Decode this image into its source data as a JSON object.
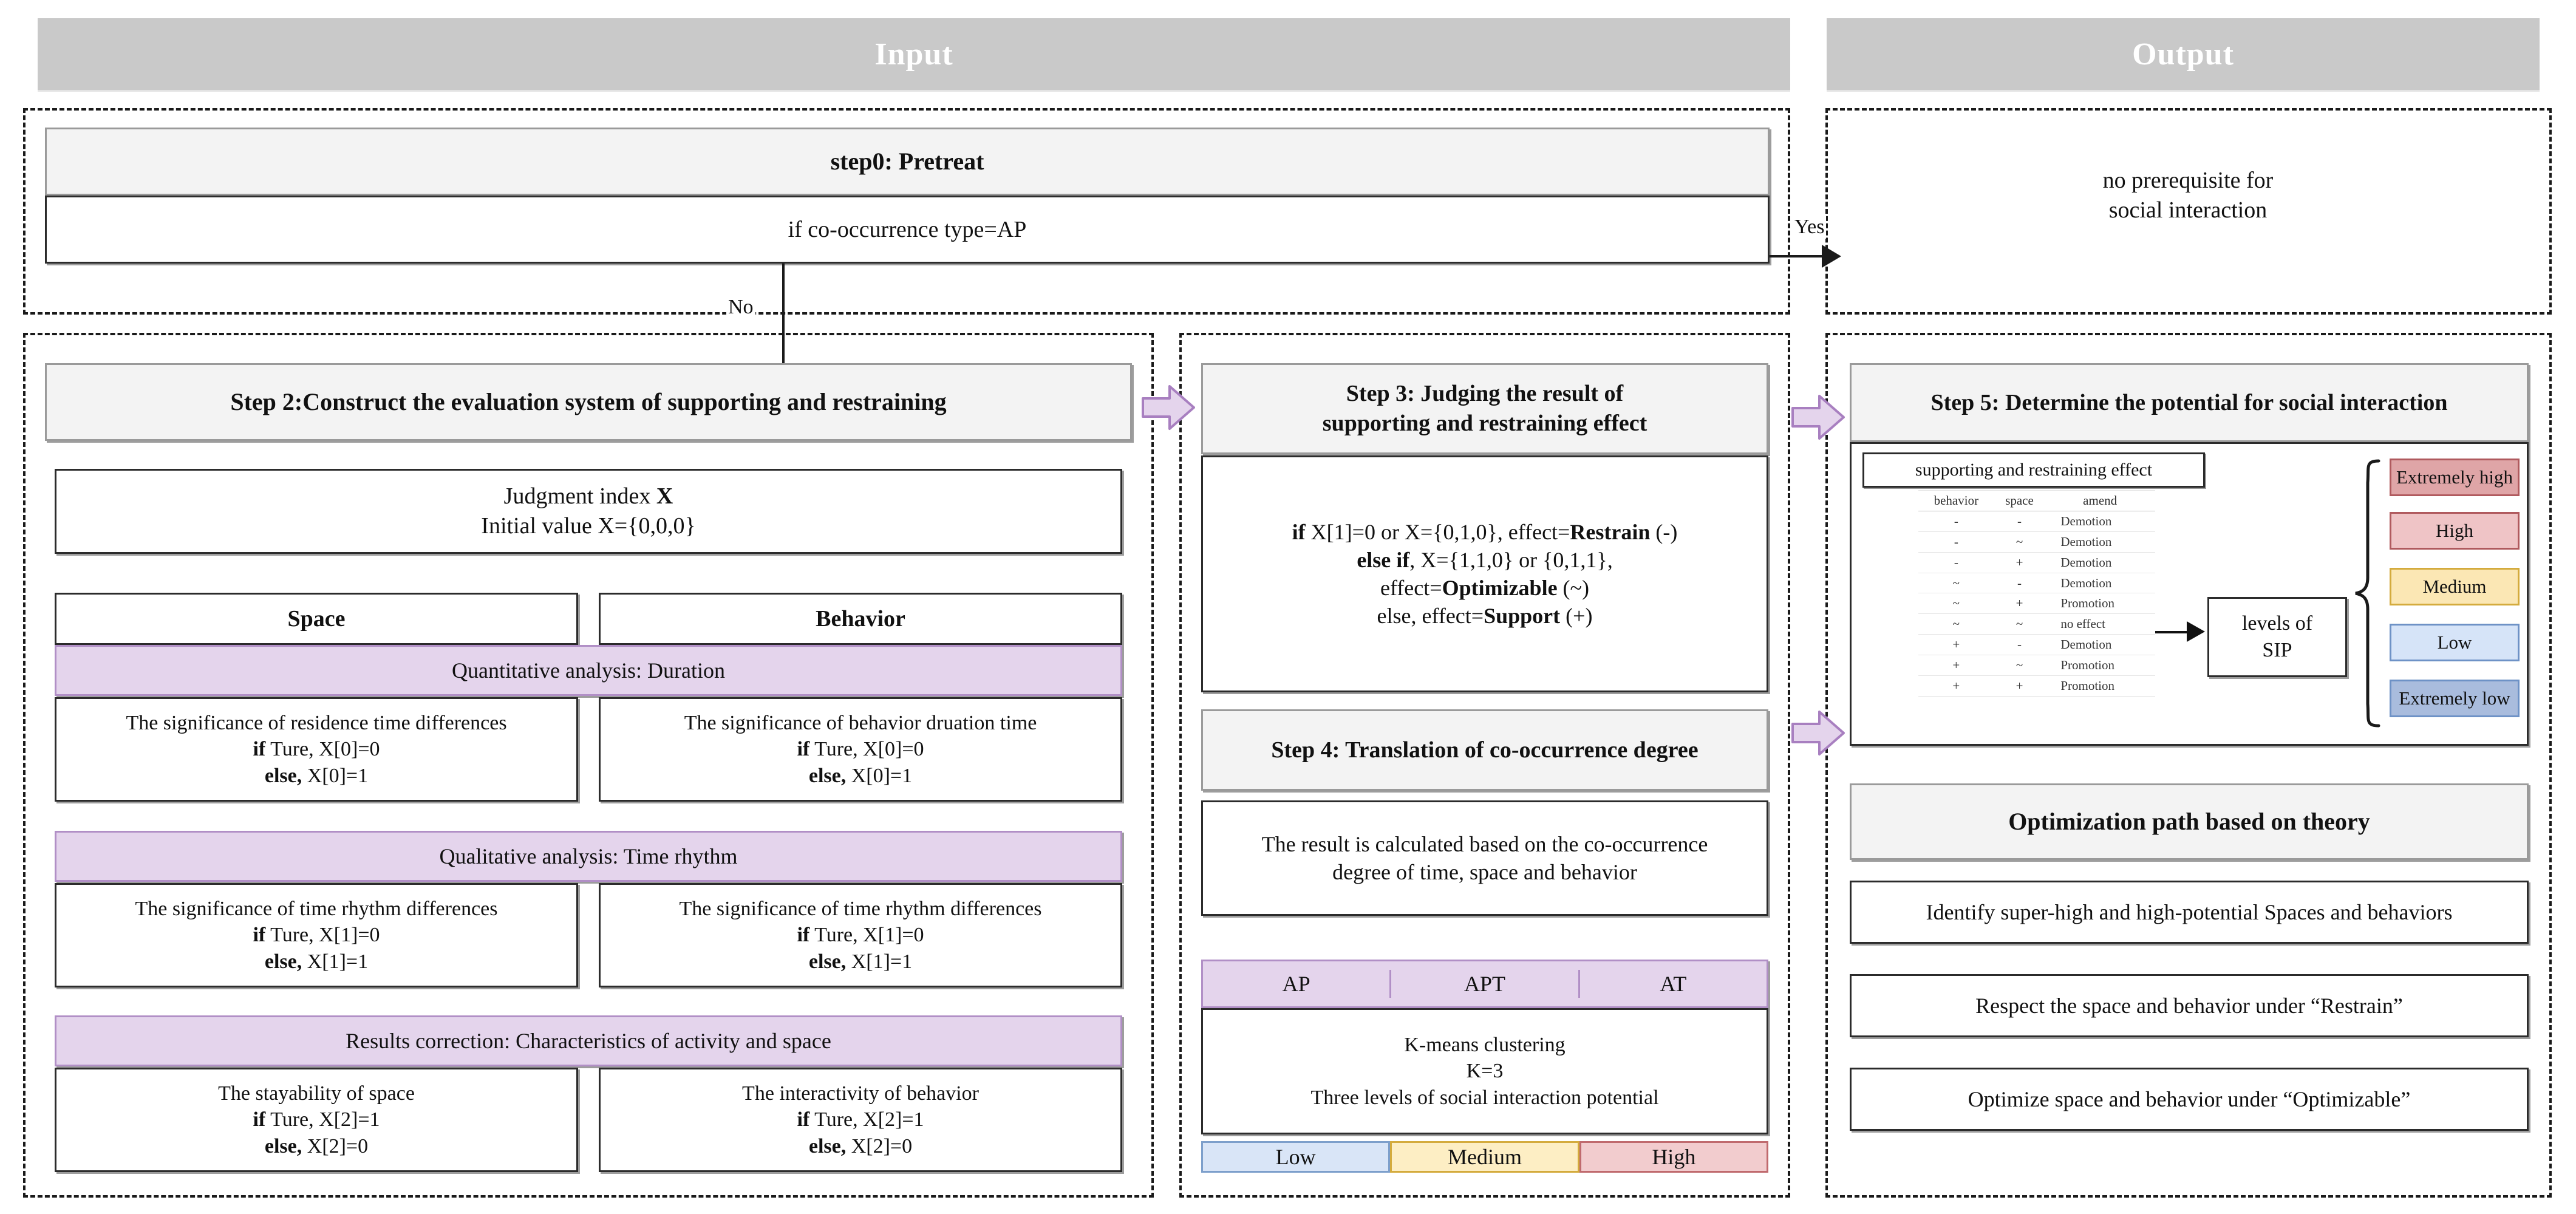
{
  "header": {
    "input_label": "Input",
    "output_label": "Output",
    "band_color": "#c9c9c9"
  },
  "edges": {
    "yes_label": "Yes",
    "no_label": "No"
  },
  "pretreat": {
    "title": "step0: Pretreat",
    "condition": "if co-occurrence type=AP"
  },
  "output_top": {
    "text_line1": "no prerequisite for",
    "text_line2": "social interaction"
  },
  "step2": {
    "title": "Step 2:Construct the evaluation system of supporting and restraining",
    "index_line1": "Judgment index X",
    "index_line2": "Initial value X={0,0,0}",
    "col_space": "Space",
    "col_behavior": "Behavior",
    "groups": [
      {
        "header": "Quantitative analysis: Duration",
        "space_line1": "The significance of residence time differences",
        "space_line2": "if Ture, X[0]=0",
        "space_line3": "else, X[0]=1",
        "behavior_line1": "The significance of behavior druation time",
        "behavior_line2": "if Ture, X[0]=0",
        "behavior_line3": "else, X[0]=1"
      },
      {
        "header": "Qualitative analysis: Time rhythm",
        "space_line1": "The significance of time rhythm differences",
        "space_line2": "if Ture, X[1]=0",
        "space_line3": "else, X[1]=1",
        "behavior_line1": "The significance of time rhythm differences",
        "behavior_line2": "if Ture, X[1]=0",
        "behavior_line3": "else, X[1]=1"
      },
      {
        "header": "Results correction: Characteristics of activity and space",
        "space_line1": "The stayability of space",
        "space_line2": "if Ture, X[2]=1",
        "space_line3": "else, X[2]=0",
        "behavior_line1": "The interactivity of behavior",
        "behavior_line2": "if Ture, X[2]=1",
        "behavior_line3": "else, X[2]=0"
      }
    ]
  },
  "step3": {
    "title_line1": "Step 3: Judging the result of",
    "title_line2": "supporting and restraining effect",
    "rule1_pre": "if",
    "rule1_mid": " X[1]=0 or X={0,1,0}, effect=",
    "rule1_strong": "Restrain",
    "rule1_post": " (-)",
    "rule2_pre": "else if",
    "rule2_post": ", X={1,1,0} or {0,1,1},",
    "rule3_pre": "effect=",
    "rule3_strong": "Optimizable",
    "rule3_post": " (~)",
    "rule4_pre": "else, effect=",
    "rule4_strong": "Support",
    "rule4_post": " (+)"
  },
  "step4": {
    "title": "Step 4: Translation of co-occurrence degree",
    "body_line1": "The result is calculated based on the co-occurrence",
    "body_line2": "degree of time, space and behavior",
    "type_headers": [
      "AP",
      "APT",
      "AT"
    ],
    "kmeans_line1": "K-means clustering",
    "kmeans_line2": "K=3",
    "kmeans_line3": "Three levels of social interaction potential",
    "levels": [
      {
        "label": "Low",
        "bg": "#d9e5f7",
        "border": "#7d9fcb"
      },
      {
        "label": "Medium",
        "bg": "#fdeec4",
        "border": "#d4ab3d"
      },
      {
        "label": "High",
        "bg": "#f2ccce",
        "border": "#c06a6e"
      }
    ]
  },
  "step5": {
    "title": "Step 5: Determine the potential for social interaction",
    "effect_label": "supporting and restraining effect",
    "table_headers": [
      "behavior",
      "space",
      "amend"
    ],
    "table_rows": [
      [
        "-",
        "-",
        "Demotion"
      ],
      [
        "-",
        "~",
        "Demotion"
      ],
      [
        "-",
        "+",
        "Demotion"
      ],
      [
        "~",
        "-",
        "Demotion"
      ],
      [
        "~",
        "+",
        "Promotion"
      ],
      [
        "~",
        "~",
        "no effect"
      ],
      [
        "+",
        "-",
        "Demotion"
      ],
      [
        "+",
        "~",
        "Promotion"
      ],
      [
        "+",
        "+",
        "Promotion"
      ]
    ],
    "sip_line1": "levels of",
    "sip_line2": "SIP",
    "sip_levels": [
      {
        "label": "Extremely high",
        "bg": "#dfa5a7",
        "border": "#b05a5e"
      },
      {
        "label": "High",
        "bg": "#efc4c6",
        "border": "#b05a5e"
      },
      {
        "label": "Medium",
        "bg": "#fbe7b4",
        "border": "#d4ab3d"
      },
      {
        "label": "Low",
        "bg": "#d6e4f8",
        "border": "#6e92c6"
      },
      {
        "label": "Extremely low",
        "bg": "#a9bcdd",
        "border": "#6e92c6"
      }
    ]
  },
  "optimization": {
    "title": "Optimization path based on  theory",
    "items": [
      "Identify super-high and high-potential Spaces and behaviors",
      "Respect the space and behavior under “Restrain”",
      "Optimize space and behavior under “Optimizable”"
    ]
  }
}
